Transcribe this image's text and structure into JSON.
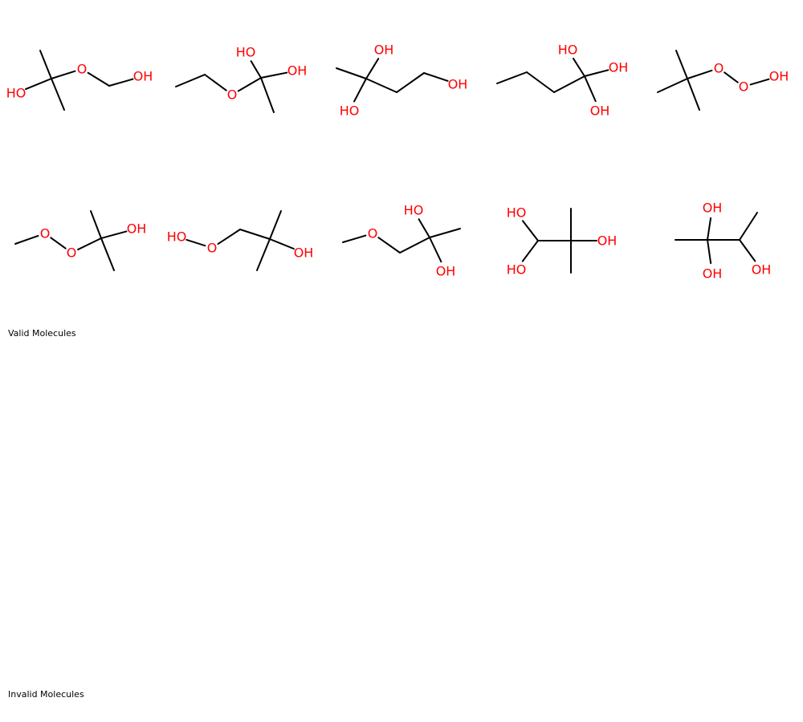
{
  "sections": {
    "valid_label": "Valid Molecules",
    "invalid_label": "Invalid Molecules"
  },
  "colors": {
    "carbon_bond": "#000000",
    "oxygen": "#ff0000",
    "background": "#ffffff"
  },
  "molecules": [
    {
      "atoms": [
        "C",
        "C",
        "C",
        "O",
        "C",
        "O",
        "O"
      ],
      "labels": [
        "",
        "",
        "",
        "O",
        "",
        "OH",
        "HO"
      ]
    },
    {
      "atoms": [
        "C",
        "C",
        "O",
        "C",
        "O",
        "O",
        "C"
      ],
      "labels": [
        "",
        "",
        "O",
        "",
        "HO",
        "OH",
        ""
      ]
    },
    {
      "atoms": [
        "C",
        "C",
        "O",
        "O",
        "C",
        "C",
        "O"
      ],
      "labels": [
        "",
        "",
        "OH",
        "HO",
        "",
        "",
        "OH"
      ]
    },
    {
      "atoms": [
        "C",
        "C",
        "C",
        "C",
        "O",
        "O",
        "O"
      ],
      "labels": [
        "",
        "",
        "",
        "",
        "HO",
        "OH",
        "OH"
      ]
    },
    {
      "atoms": [
        "C",
        "C",
        "C",
        "C",
        "O",
        "O",
        "O"
      ],
      "labels": [
        "",
        "",
        "",
        "",
        "O",
        "O",
        "OH"
      ]
    },
    {
      "atoms": [
        "C",
        "O",
        "O",
        "C",
        "C",
        "C",
        "O"
      ],
      "labels": [
        "",
        "O",
        "O",
        "",
        "",
        "",
        "OH"
      ]
    },
    {
      "atoms": [
        "O",
        "O",
        "C",
        "C",
        "C",
        "C",
        "O"
      ],
      "labels": [
        "HO",
        "O",
        "",
        "",
        "",
        "",
        "OH"
      ]
    },
    {
      "atoms": [
        "C",
        "O",
        "C",
        "C",
        "O",
        "C",
        "O"
      ],
      "labels": [
        "",
        "O",
        "",
        "",
        "HO",
        "",
        "OH"
      ]
    },
    {
      "atoms": [
        "O",
        "O",
        "C",
        "C",
        "C",
        "C",
        "O"
      ],
      "labels": [
        "HO",
        "HO",
        "",
        "",
        "",
        "",
        "OH"
      ]
    },
    {
      "atoms": [
        "C",
        "C",
        "O",
        "O",
        "C",
        "C",
        "O"
      ],
      "labels": [
        "",
        "",
        "OH",
        "OH",
        "",
        "",
        "OH"
      ]
    }
  ]
}
